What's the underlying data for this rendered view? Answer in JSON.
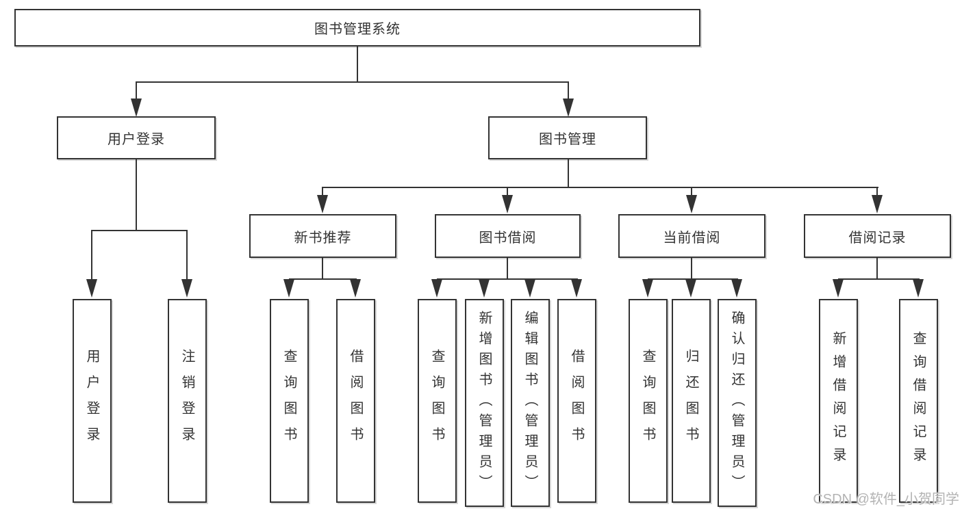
{
  "diagram": {
    "root": {
      "label": "图书管理系统"
    },
    "branches": [
      {
        "label": "用户登录",
        "children": [
          "用户登录",
          "注销登录"
        ]
      },
      {
        "label": "图书管理",
        "sections": [
          {
            "label": "新书推荐",
            "children": [
              "查询图书",
              "借阅图书"
            ]
          },
          {
            "label": "图书借阅",
            "children": [
              "查询图书",
              "新增图书（管理员）",
              "编辑图书（管理员）",
              "借阅图书"
            ]
          },
          {
            "label": "当前借阅",
            "children": [
              "查询图书",
              "归还图书",
              "确认归还（管理员）"
            ]
          },
          {
            "label": "借阅记录",
            "children": [
              "新增借阅记录",
              "查询借阅记录"
            ]
          }
        ]
      }
    ]
  },
  "watermark": {
    "text": "CSDN @软件_小贺同学"
  },
  "colors": {
    "line": "#333333",
    "text": "#333333",
    "watermark": "#b3b3b3",
    "background": "#ffffff"
  }
}
